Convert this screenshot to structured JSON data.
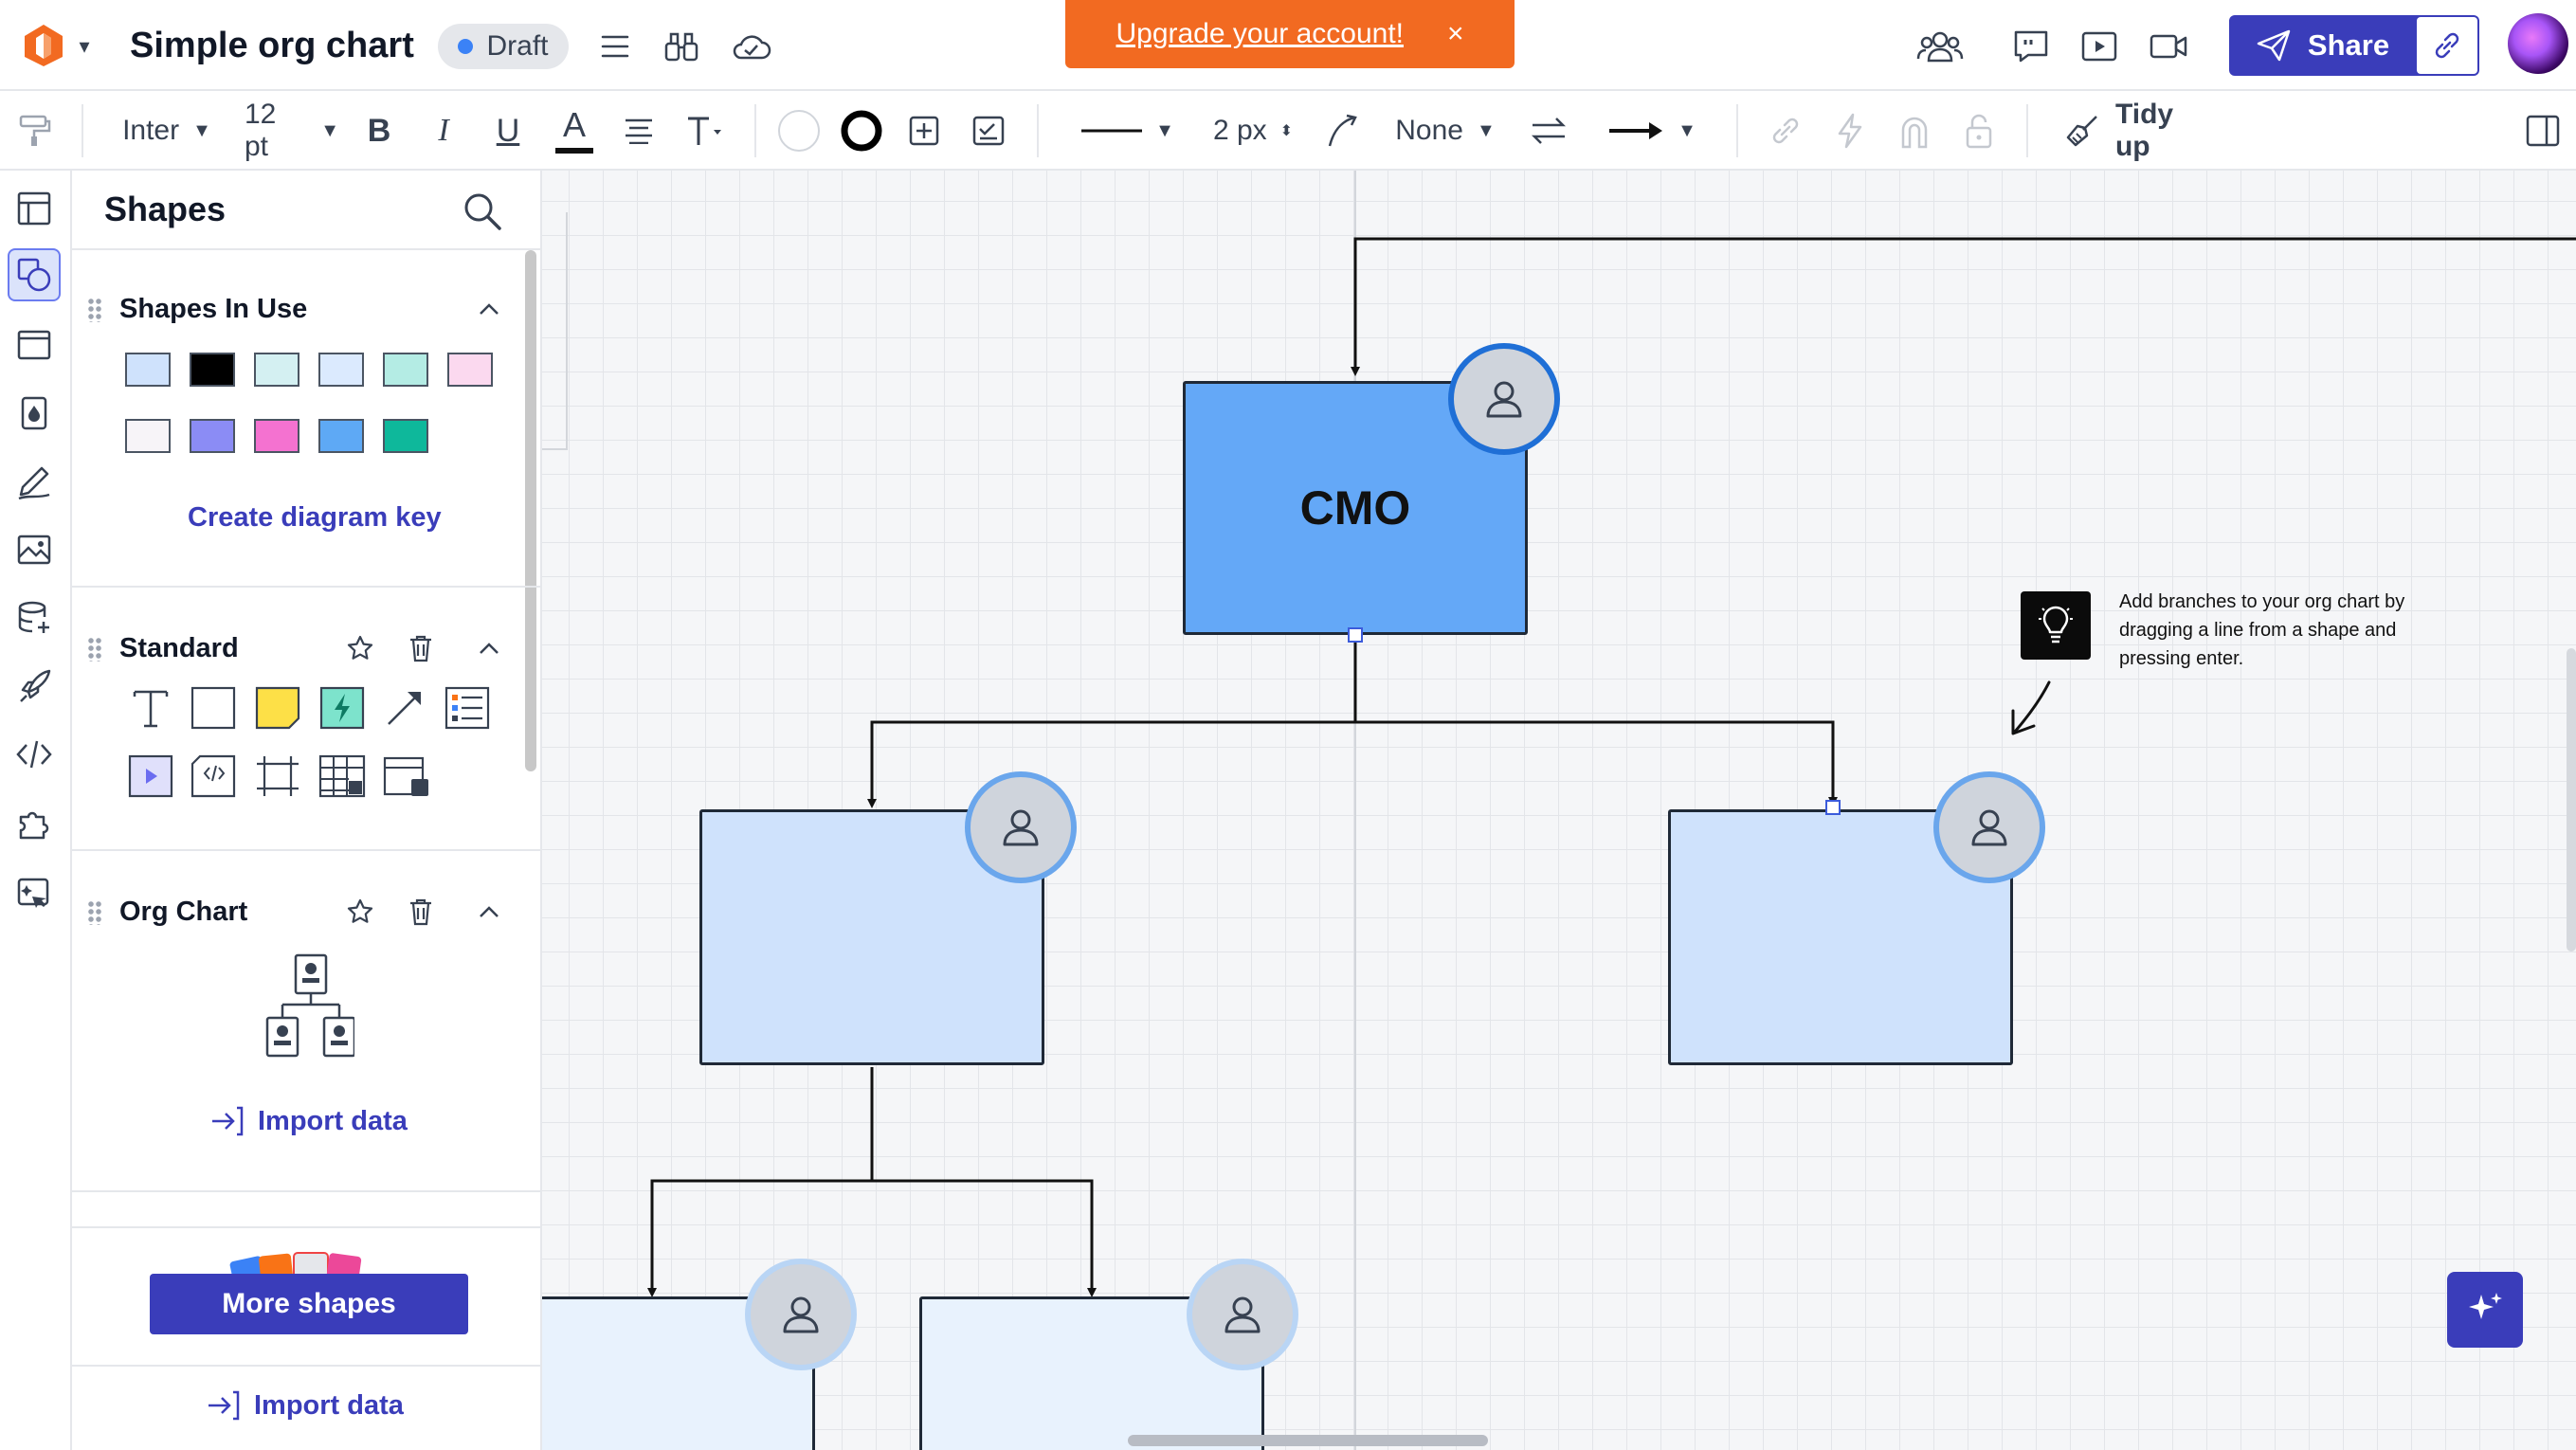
{
  "header": {
    "title": "Simple org chart",
    "status": "Draft",
    "banner": {
      "text": "Upgrade your account!",
      "close": "×"
    },
    "share_label": "Share"
  },
  "toolbar": {
    "font": "Inter",
    "font_size": "12 pt",
    "bold": "B",
    "italic": "I",
    "underline": "U",
    "text_color": "A",
    "line_width": "2 px",
    "endpoint_style": "None",
    "tidy_up": "Tidy up"
  },
  "panel": {
    "title": "Shapes",
    "sections": {
      "in_use": {
        "title": "Shapes In Use",
        "link": "Create diagram key"
      },
      "standard": {
        "title": "Standard"
      },
      "org_chart": {
        "title": "Org Chart",
        "link": "Import data"
      }
    },
    "more_shapes": "More shapes",
    "import_data": "Import data"
  },
  "swatches": [
    "#cfe2fc",
    "#000000",
    "#d4f0f2",
    "#dbeafe",
    "#b4ece4",
    "#fbd9ef",
    "#f7f4f8",
    "#8b8cf5",
    "#f472d0",
    "#5ea9f5",
    "#0eb89b"
  ],
  "canvas": {
    "root_label": "CMO",
    "tip": "Add branches to your org chart by dragging a line from a shape and pressing enter."
  },
  "colors": {
    "accent": "#3a3dba",
    "banner": "#f26a21",
    "root_fill": "#64a8f7",
    "child_fill": "#cfe2fc",
    "grandchild_fill": "#e8f2fd",
    "photo_ring_root": "#1f6fd6",
    "photo_ring_child": "#6aa6ec"
  }
}
